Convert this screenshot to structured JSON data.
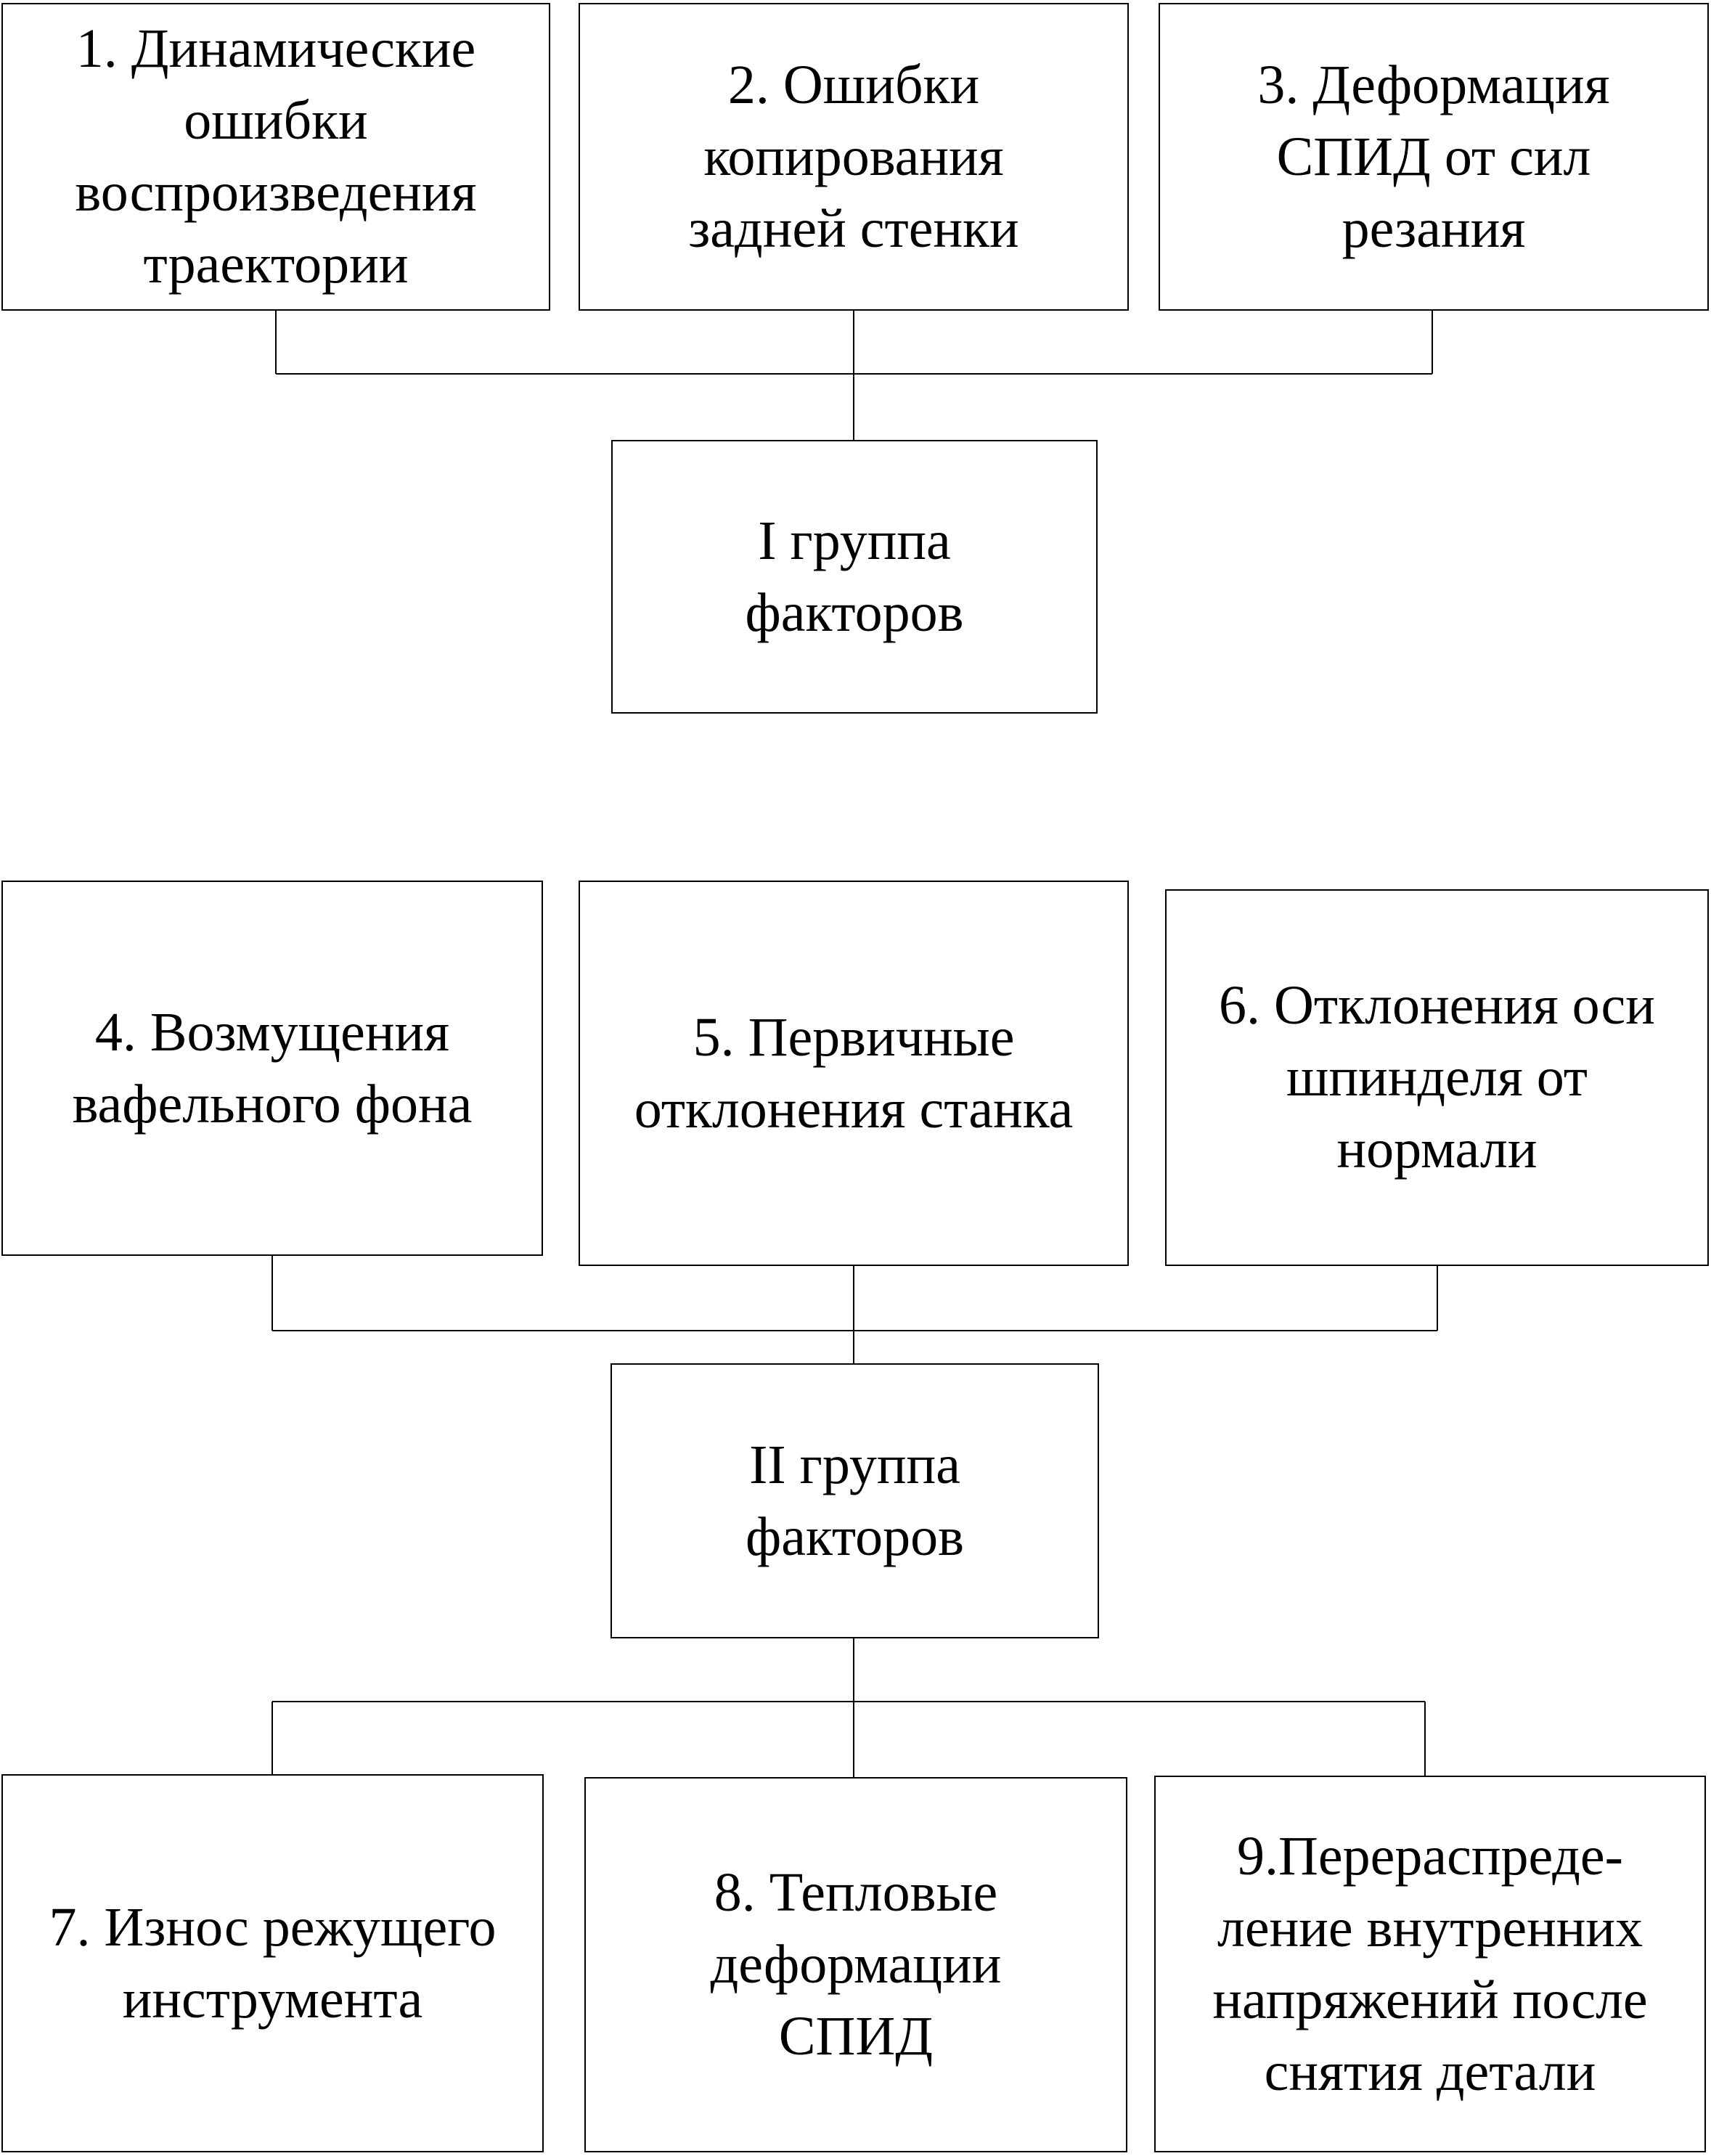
{
  "diagram": {
    "group1": {
      "factors": [
        {
          "label": "1. Динамические\nошибки\nвоспроизведения\nтраектории"
        },
        {
          "label": "2. Ошибки\nкопирования\nзадней стенки"
        },
        {
          "label": "3. Деформация\nСПИД от сил\nрезания"
        }
      ],
      "group_label": "I группа\nфакторов"
    },
    "group2": {
      "inputs": [
        {
          "label": "4. Возмущения\nвафельного фона"
        },
        {
          "label": "5. Первичные\nотклонения станка"
        },
        {
          "label": "6. Отклонения оси\nшпинделя от\nнормали"
        }
      ],
      "group_label": "II группа\nфакторов",
      "outputs": [
        {
          "label": "7. Износ режущего\nинструмента"
        },
        {
          "label": "8. Тепловые\nдеформации\nСПИД"
        },
        {
          "label": "9.Перераспреде-\nление внутренних\nнапряжений после\nснятия детали"
        }
      ]
    }
  }
}
